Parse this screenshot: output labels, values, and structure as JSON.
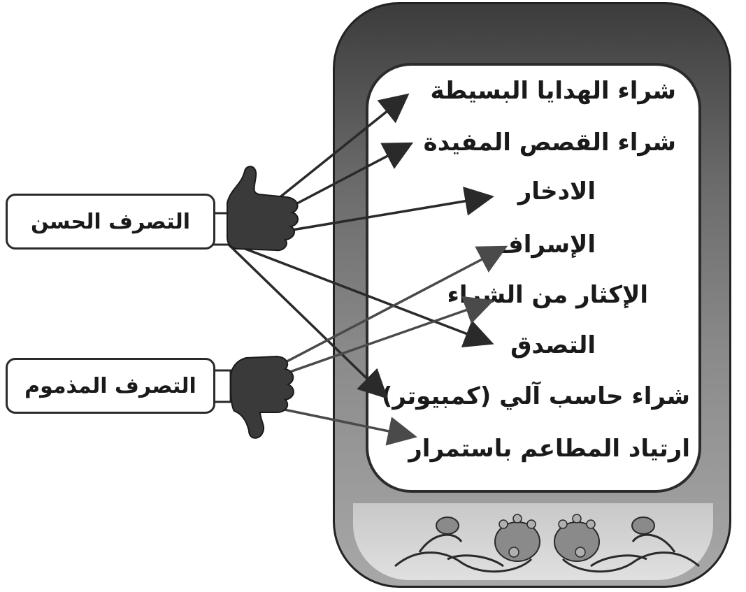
{
  "left_labels": {
    "good": "التصرف الحسن",
    "bad": "التصرف المذموم"
  },
  "items": [
    "شراء الهدايا البسيطة",
    "شراء القصص المفيدة",
    "الادخار",
    "الإسراف",
    "الإكثار من الشراء",
    "التصدق",
    "شراء حاسب آلي (كمبيوتر)",
    "ارتياد المطاعم باستمرار"
  ],
  "connections": {
    "good": [
      0,
      1,
      2,
      5,
      6
    ],
    "bad": [
      3,
      4,
      7
    ]
  },
  "colors": {
    "text": "#1a1a1a",
    "arrow_good": "#2a2a2a",
    "arrow_bad": "#4a4a4a",
    "frame": "#6a6a6a"
  },
  "icons": {
    "good": "thumbs-up-icon",
    "bad": "thumbs-down-icon",
    "decoration": "floral-ornament-icon"
  }
}
